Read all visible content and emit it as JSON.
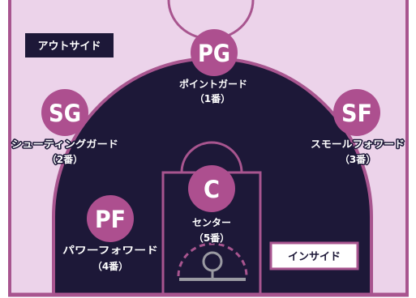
{
  "labels": {
    "outside": "アウトサイド",
    "inside": "インサイド"
  },
  "positions": [
    {
      "abbr": "PG",
      "name": "ポイントガード",
      "number": "（1番）"
    },
    {
      "abbr": "SG",
      "name": "シューティングガード",
      "number": "（2番）"
    },
    {
      "abbr": "SF",
      "name": "スモールフォワード",
      "number": "（3番）"
    },
    {
      "abbr": "PF",
      "name": "パワーフォワード",
      "number": "（4番）"
    },
    {
      "abbr": "C",
      "name": "センター",
      "number": "（5番）"
    }
  ],
  "colors": {
    "court_light": "#ecd3ea",
    "court_dark": "#1d1838",
    "line": "#a8558f",
    "circle": "#ad4f8f",
    "circle_text": "#ffffff",
    "hoop": "#9a9aa2",
    "label_stroke": "#1d1838"
  }
}
